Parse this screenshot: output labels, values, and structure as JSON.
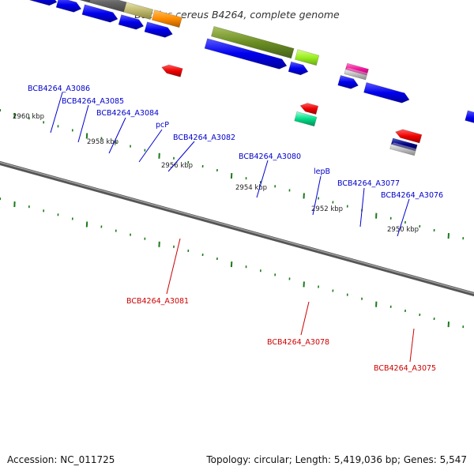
{
  "title": "Bacillus cereus B4264, complete genome",
  "footer": {
    "accession": "Accession: NC_011725",
    "summary": "Topology: circular; Length: 5,419,036 bp; Genes: 5,547"
  },
  "scale_labels": [
    "2960 kbp",
    "2958 kbp",
    "2956 kbp",
    "2954 kbp",
    "2952 kbp",
    "2950 kbp"
  ],
  "gene_labels_top": [
    "BCB4264_A3086",
    "BCB4264_A3085",
    "BCB4264_A3084",
    "pcP",
    "BCB4264_A3082",
    "BCB4264_A3080",
    "lepB",
    "BCB4264_A3077",
    "BCB4264_A3076"
  ],
  "gene_labels_bottom": [
    "BCB4264_A3081",
    "BCB4264_A3078",
    "BCB4264_A3075"
  ],
  "colors": {
    "top_label": "#0000cc",
    "bottom_label": "#cc0000",
    "cds_forward": "#0000ee",
    "cds_reverse": "#ee0000",
    "backbone": "#777777",
    "tick": "#1a7a1a"
  }
}
